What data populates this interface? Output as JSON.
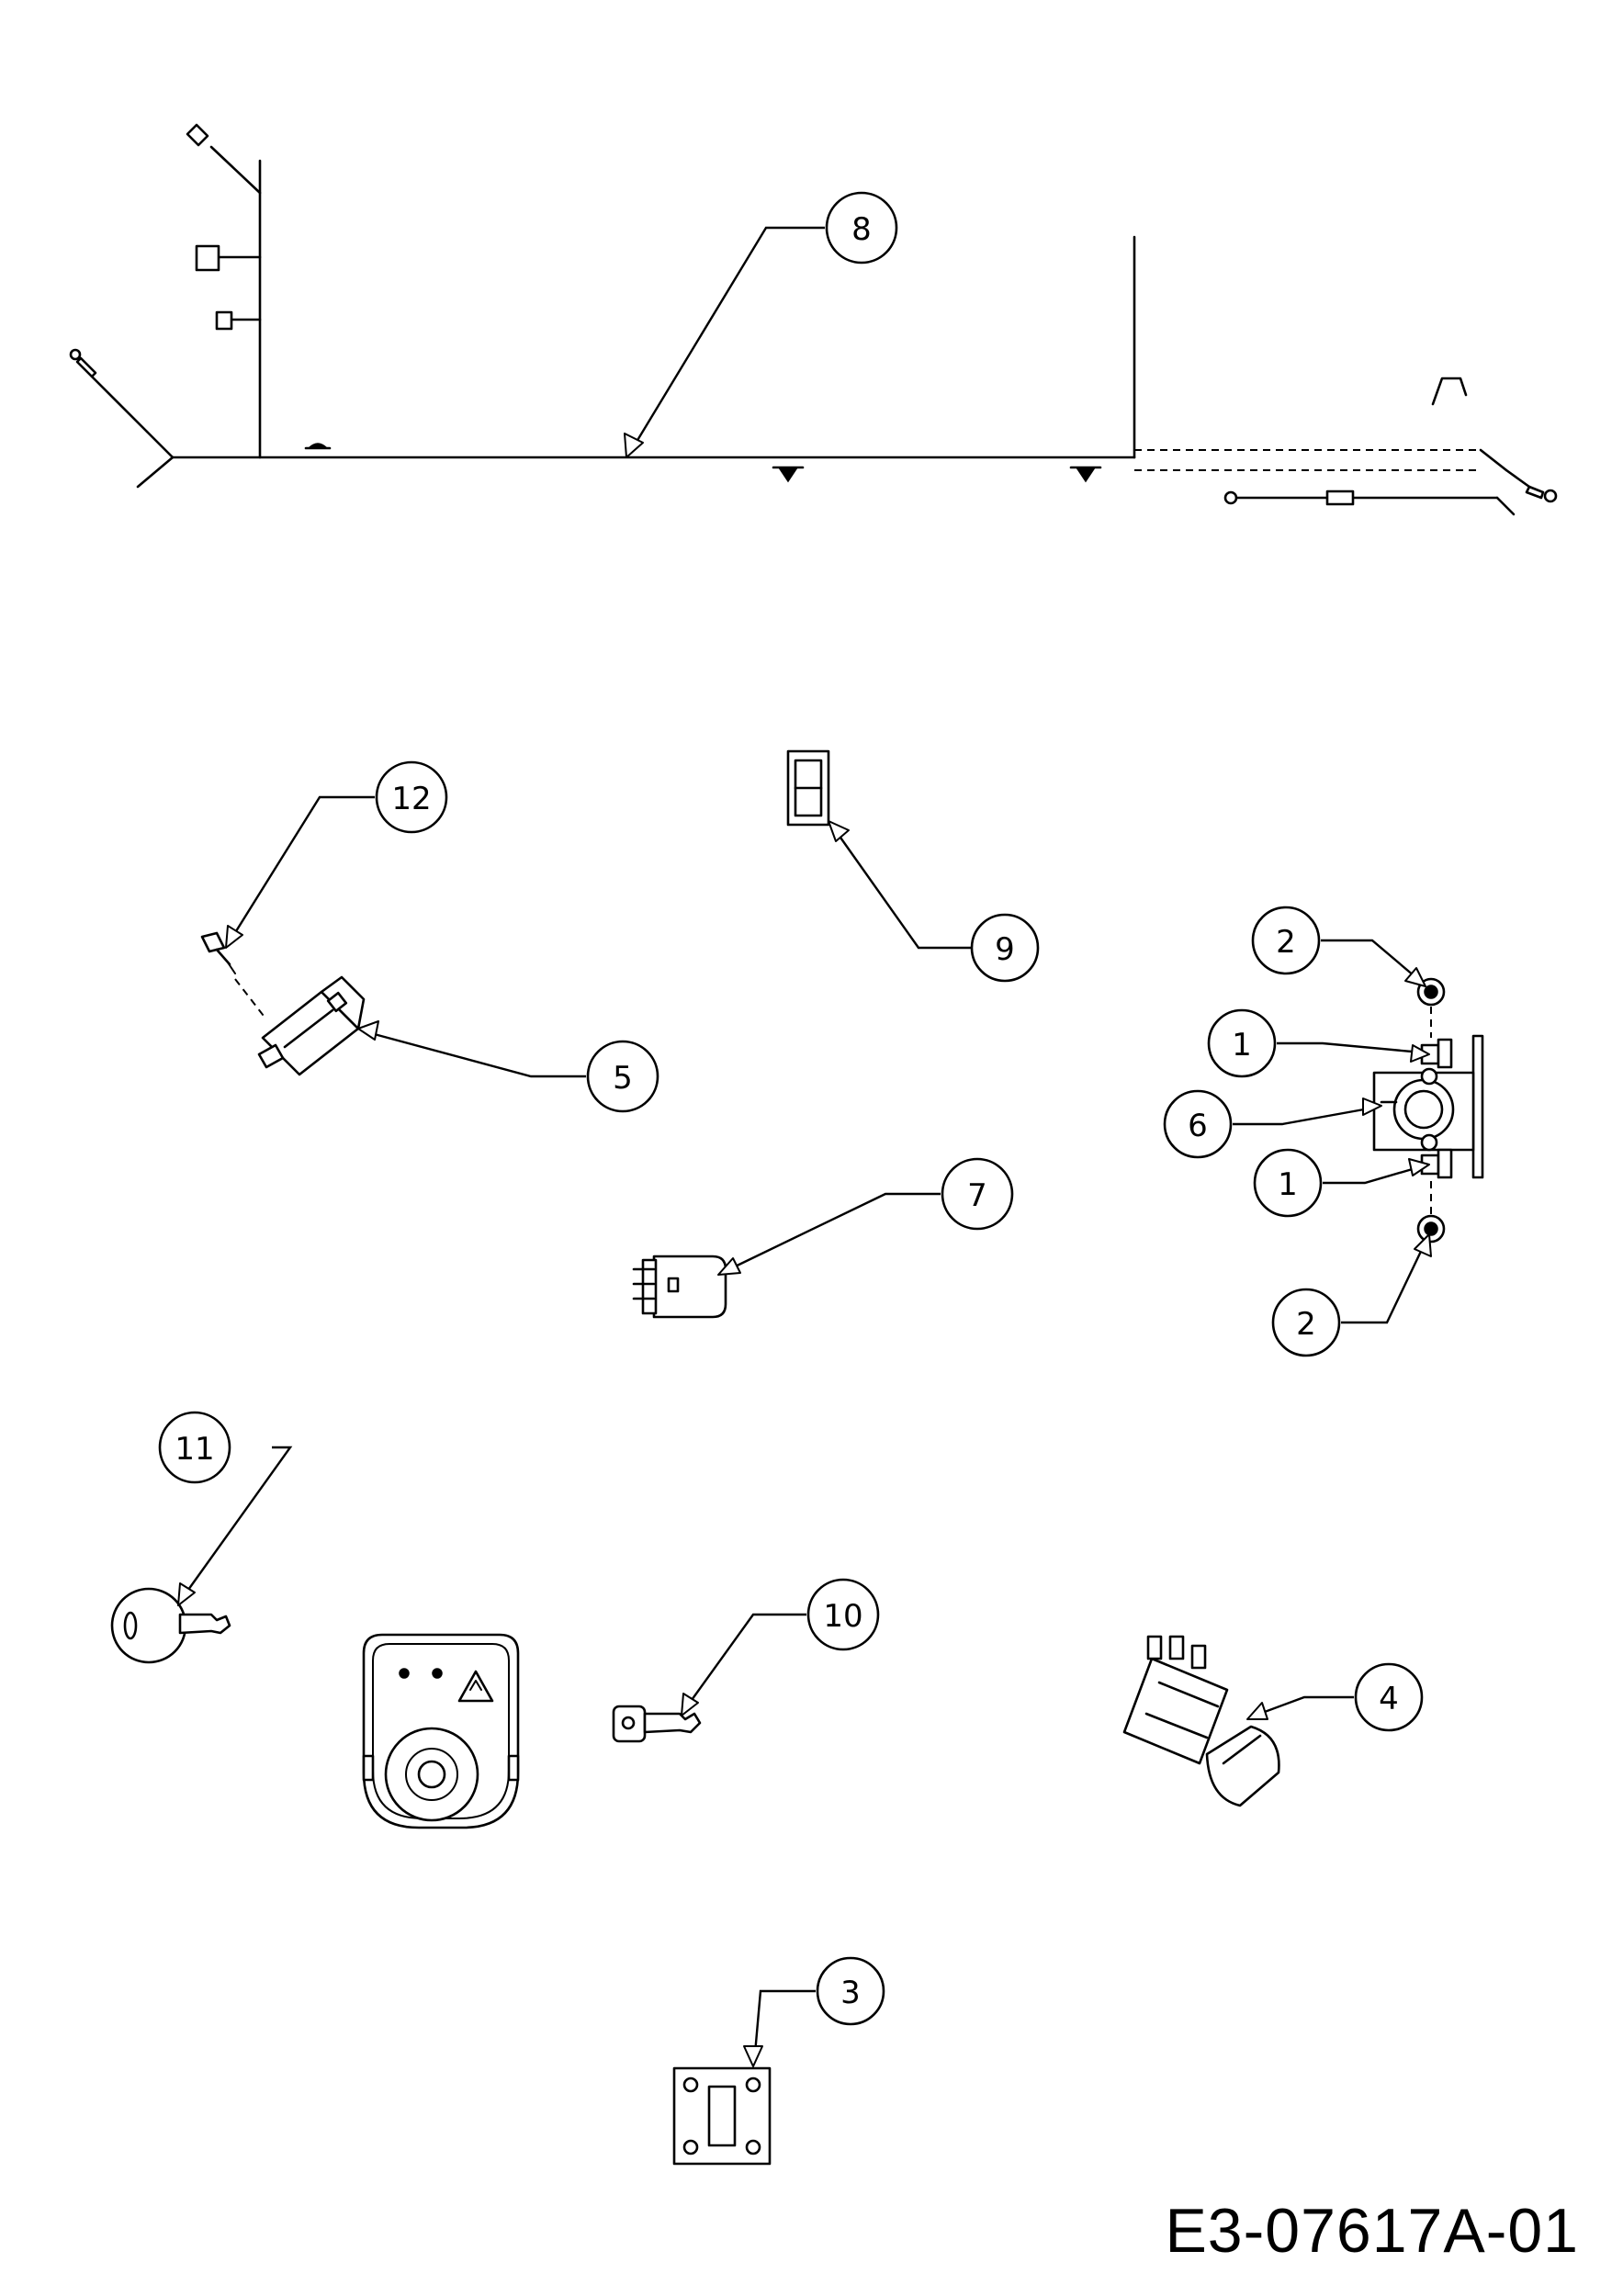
{
  "callouts": {
    "c1a": "1",
    "c1b": "1",
    "c2a": "2",
    "c2b": "2",
    "c3": "3",
    "c4": "4",
    "c5": "5",
    "c6": "6",
    "c7": "7",
    "c8": "8",
    "c9": "9",
    "c10": "10",
    "c11": "11",
    "c12": "12"
  },
  "document_code": "E3-07617A-01"
}
